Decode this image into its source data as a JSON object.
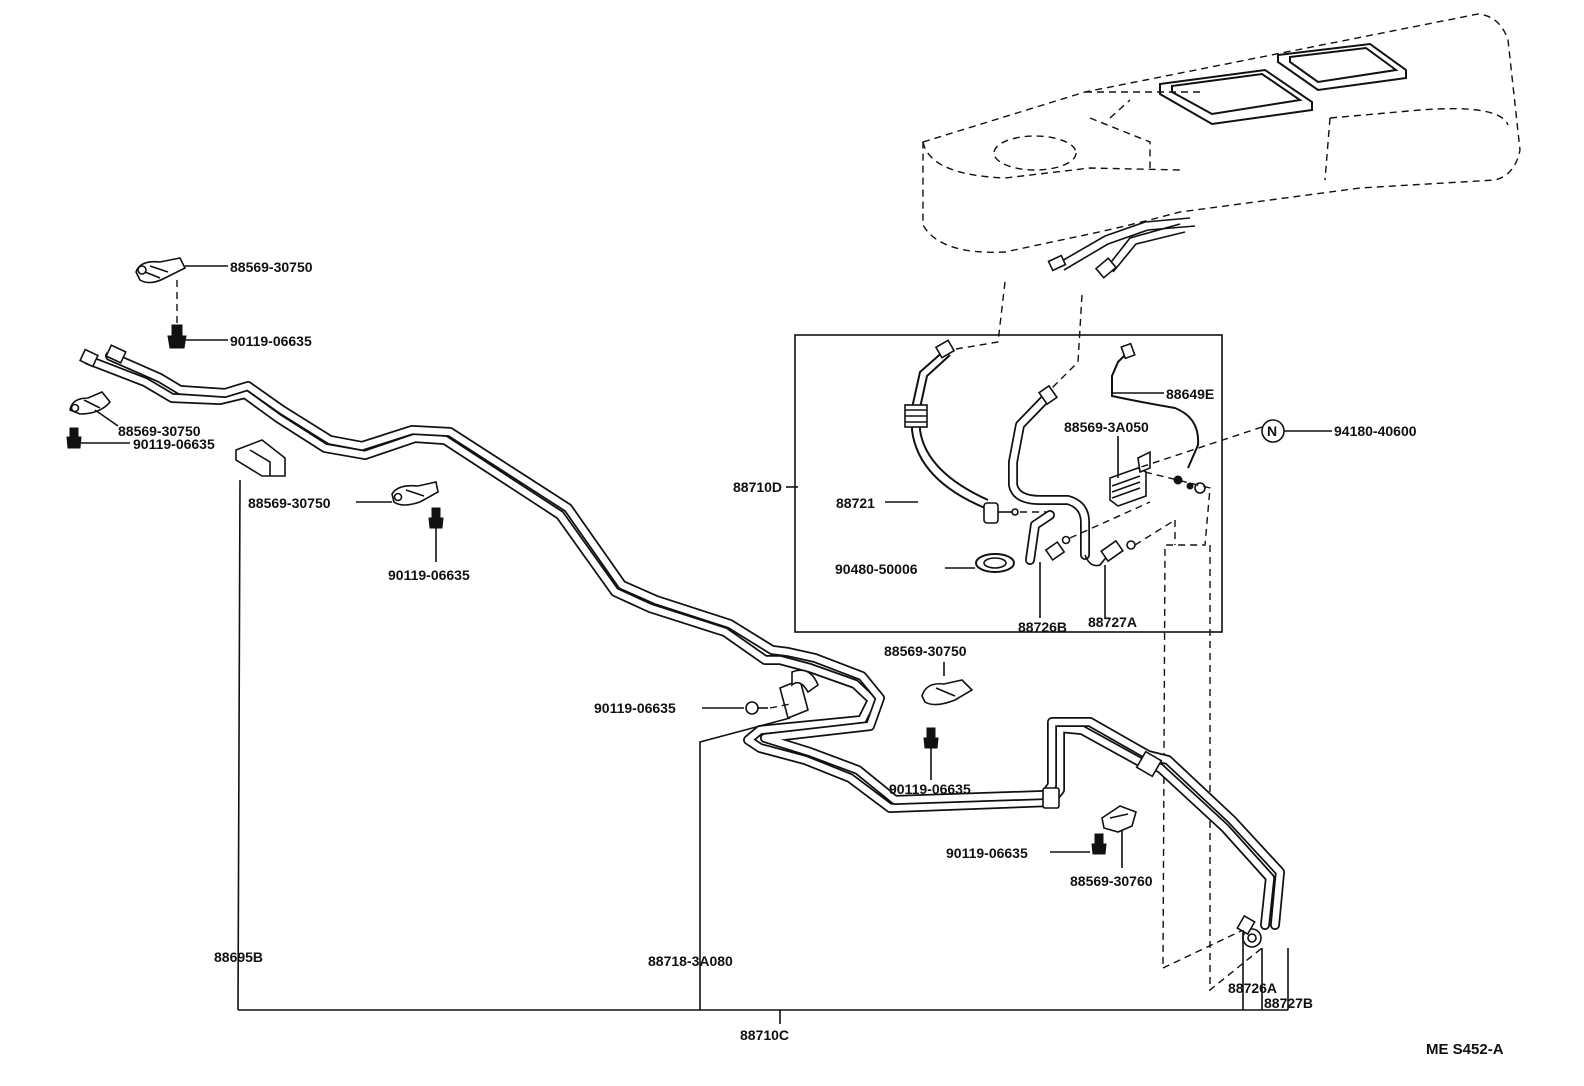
{
  "labels": {
    "clamp_top": "88569-30750",
    "bolt_top": "90119-06635",
    "clamp_left": "88569-30750",
    "bolt_left": "90119-06635",
    "clamp_mid": "88569-30750",
    "bolt_mid": "90119-06635",
    "bolt_junction": "90119-06635",
    "clamp_lower": "88569-30750",
    "bolt_lower": "90119-06635",
    "bolt_right": "90119-06635",
    "clamp_right": "88569-30760",
    "pipe_left": "88695B",
    "pipe_mid": "88718-3A080",
    "pipe_assy_c": "88710C",
    "pipe_a": "88726A",
    "pipe_b": "88727B",
    "assy_d": "88710D",
    "hose": "88721",
    "oring": "90480-50006",
    "pipe_726b": "88726B",
    "pipe_727a": "88727A",
    "clamp_box": "88569-3A050",
    "hose_e": "88649E",
    "nut_symbol": "N",
    "nut": "94180-40600"
  },
  "diagram_code": "ME  S452-A"
}
